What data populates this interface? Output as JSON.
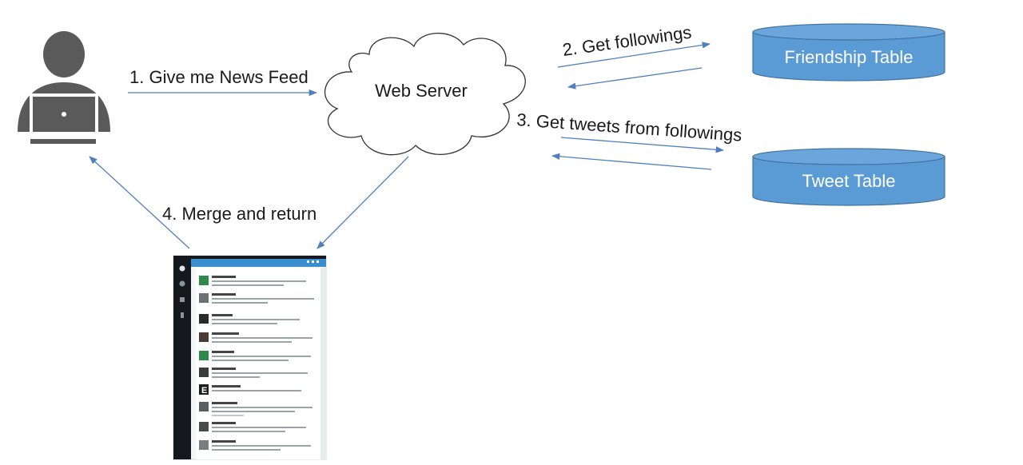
{
  "nodes": {
    "web_server": "Web Server",
    "friendship_table": "Friendship Table",
    "tweet_table": "Tweet Table"
  },
  "edges": {
    "step1": "1. Give me News Feed",
    "step2": "2. Get followings",
    "step3": "3. Get tweets from followings",
    "step4": "4. Merge and return"
  },
  "icons": {
    "user": "user-laptop-icon",
    "feed": "twitter-feed-screenshot"
  },
  "colors": {
    "arrow": "#4f7fbc",
    "database_fill": "#5b9bd5",
    "database_top": "#6aa6dc",
    "database_stroke": "#41719c",
    "cloud_stroke": "#333333",
    "user_icon": "#5a5a5a"
  }
}
